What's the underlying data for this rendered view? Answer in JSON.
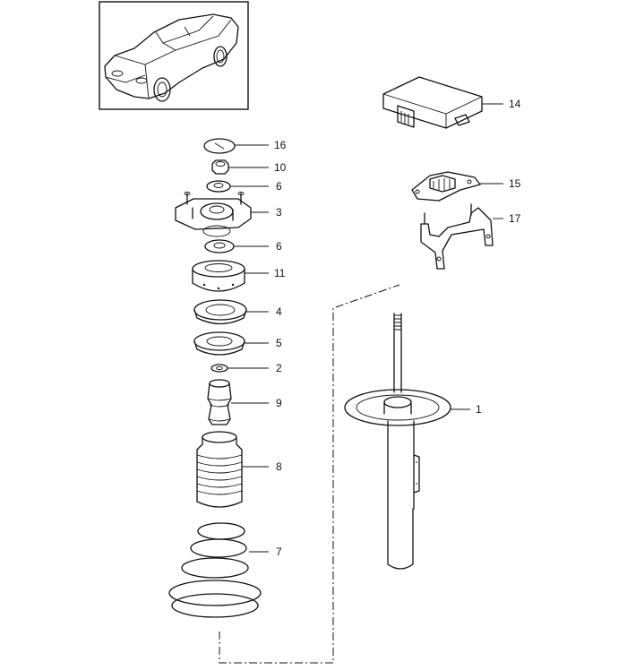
{
  "diagram": {
    "vehicle_thumbnail": "car-outline",
    "parts": [
      {
        "id": "strut",
        "label": "1"
      },
      {
        "id": "bump-stop-washer",
        "label": "2"
      },
      {
        "id": "strut-mount",
        "label": "3"
      },
      {
        "id": "lower-spring-pad",
        "label": "4"
      },
      {
        "id": "upper-spring-pad",
        "label": "5"
      },
      {
        "id": "washer-upper",
        "label": "6"
      },
      {
        "id": "washer-lower",
        "label": "6"
      },
      {
        "id": "coil-spring",
        "label": "7"
      },
      {
        "id": "protective-boot",
        "label": "8"
      },
      {
        "id": "bump-stop",
        "label": "9"
      },
      {
        "id": "nut",
        "label": "10"
      },
      {
        "id": "support-bearing",
        "label": "11"
      },
      {
        "id": "control-unit",
        "label": "14"
      },
      {
        "id": "cap",
        "label": "15"
      },
      {
        "id": "sensor",
        "label": "16"
      },
      {
        "id": "bracket",
        "label": "17"
      }
    ]
  }
}
